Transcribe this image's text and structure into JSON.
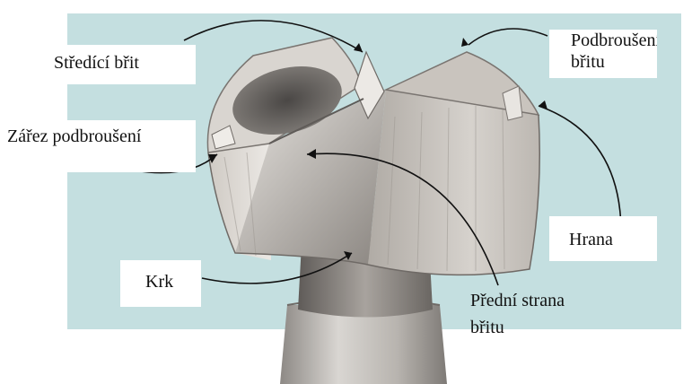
{
  "labels": {
    "strediciBrit": "Středící břit",
    "zarezPodbrouseni": "Zářez podbroušení",
    "krk": "Krk",
    "podbrouseniBritu_line1": "Podbroušení",
    "podbrouseniBritu_line2": "břitu",
    "hrana": "Hrana",
    "predniStrana_line1": "Přední strana",
    "predniStrana_line2": "břitu"
  },
  "colors": {
    "background_panel": "#c4dfe0",
    "label_fill": "#ffffff",
    "metal_light": "#d8d4cf",
    "metal_mid": "#b5b0aa",
    "metal_dark": "#6f6a66",
    "arrow": "#111111"
  }
}
